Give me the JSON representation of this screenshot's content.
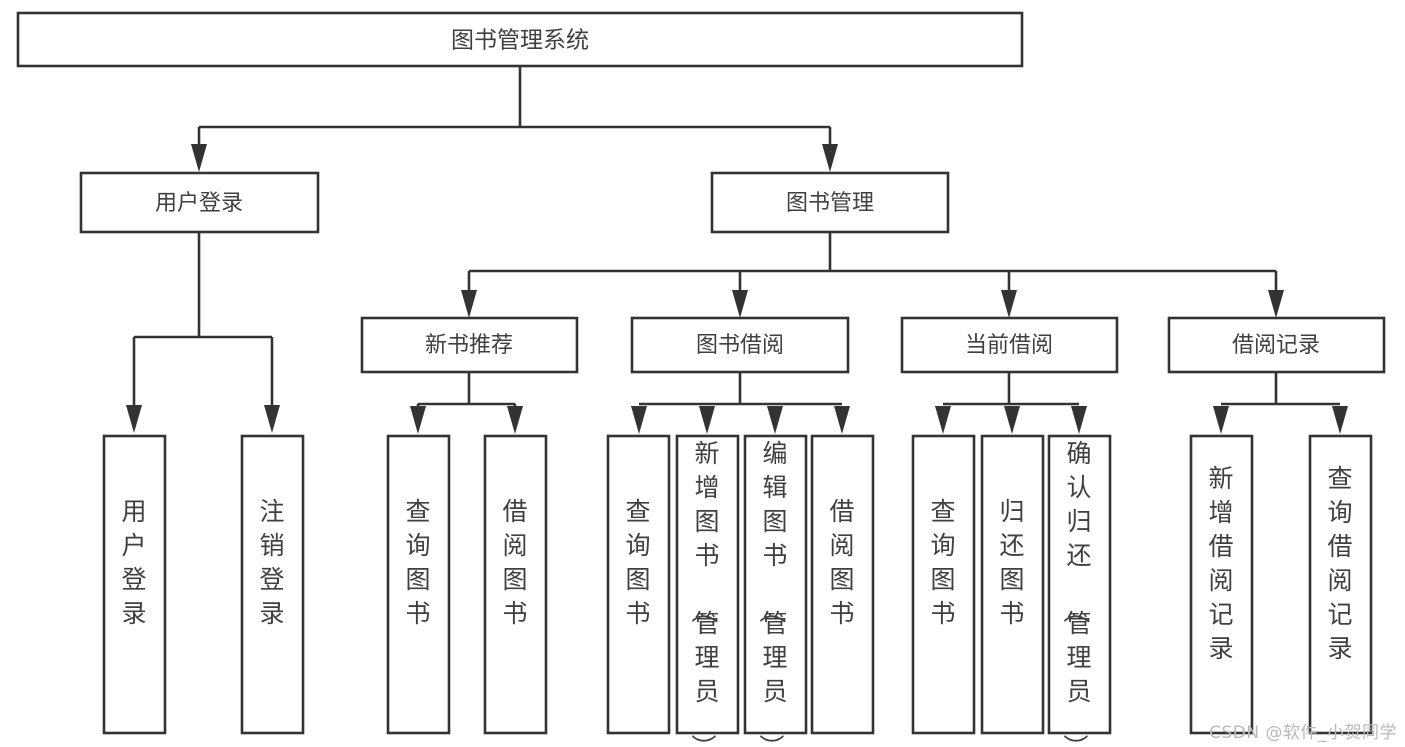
{
  "diagram": {
    "title": "图书管理系统",
    "type": "tree-hierarchy-diagram",
    "colors": {
      "box_stroke": "#333333",
      "box_fill": "#ffffff",
      "text": "#404040",
      "connector": "#333333",
      "background": "#ffffff",
      "watermark": "#b9b9b9"
    },
    "root": {
      "label": "图书管理系统"
    },
    "level2": [
      {
        "label": "用户登录"
      },
      {
        "label": "图书管理"
      }
    ],
    "level3": [
      {
        "label": "新书推荐"
      },
      {
        "label": "图书借阅"
      },
      {
        "label": "当前借阅"
      },
      {
        "label": "借阅记录"
      }
    ],
    "leaves": {
      "user_login": [
        {
          "label": "用户登录"
        },
        {
          "label": "注销登录"
        }
      ],
      "new_book_recommend": [
        {
          "label": "查询图书"
        },
        {
          "label": "借阅图书"
        }
      ],
      "book_borrow": [
        {
          "label": "查询图书"
        },
        {
          "label": "新增图书（管理员）"
        },
        {
          "label": "编辑图书（管理员）"
        },
        {
          "label": "借阅图书"
        }
      ],
      "current_borrow": [
        {
          "label": "查询图书"
        },
        {
          "label": "归还图书"
        },
        {
          "label": "确认归还（管理员）"
        }
      ],
      "borrow_record": [
        {
          "label": "新增借阅记录"
        },
        {
          "label": "查询借阅记录"
        }
      ]
    }
  },
  "watermark": {
    "text": "CSDN @软件_小贺同学"
  }
}
